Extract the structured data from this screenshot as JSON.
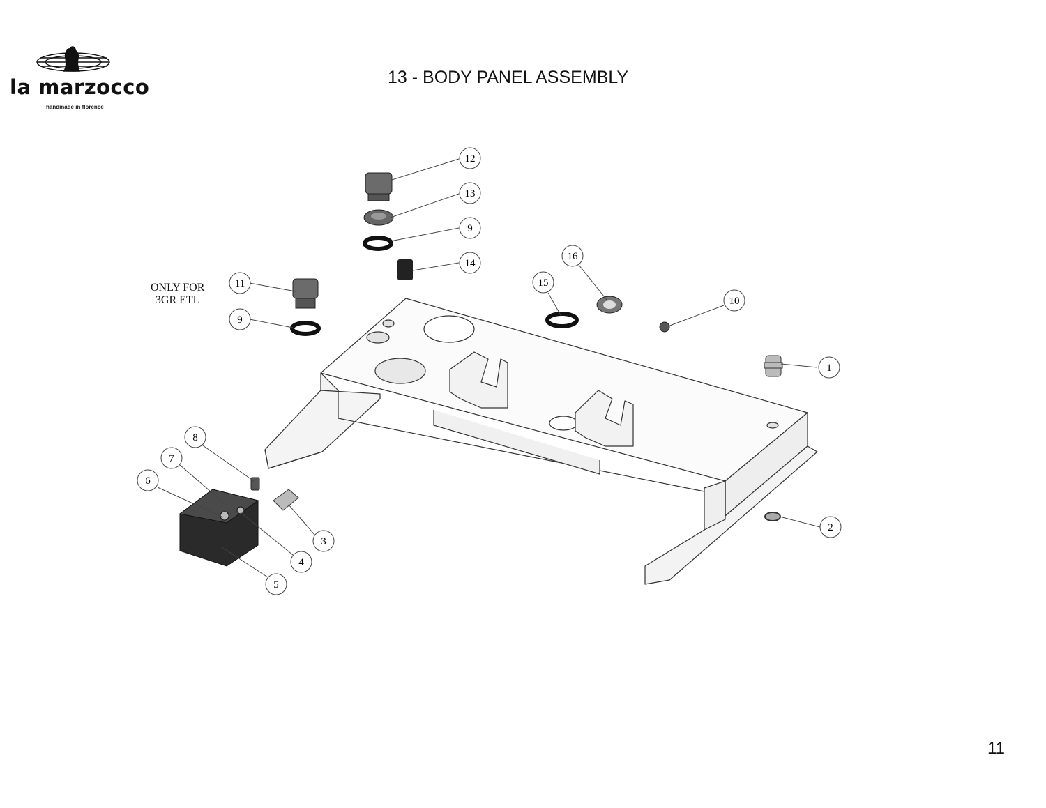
{
  "header": {
    "brand": "la marzocco",
    "tagline": "handmade in florence",
    "title": "13 - BODY PANEL ASSEMBLY"
  },
  "diagram": {
    "note": [
      "ONLY FOR",
      "3GR ETL"
    ],
    "callouts": [
      "1",
      "2",
      "3",
      "4",
      "5",
      "6",
      "7",
      "8",
      "9",
      "9",
      "10",
      "11",
      "12",
      "13",
      "14",
      "15",
      "16"
    ]
  },
  "footer": {
    "page_number": "11"
  }
}
